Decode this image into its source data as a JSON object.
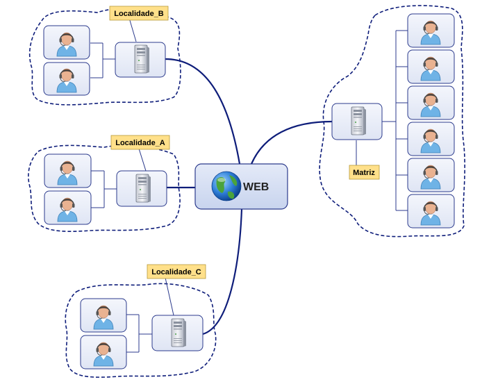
{
  "central": {
    "label": "WEB",
    "icon": "globe-icon"
  },
  "locations": [
    {
      "id": "localidade_b",
      "label": "Localidade_B",
      "server_icon": "server-icon",
      "users": 2,
      "user_icon": "user-headset-icon"
    },
    {
      "id": "localidade_a",
      "label": "Localidade_A",
      "server_icon": "server-icon",
      "users": 2,
      "user_icon": "user-headset-icon"
    },
    {
      "id": "localidade_c",
      "label": "Localidade_C",
      "server_icon": "server-icon",
      "users": 2,
      "user_icon": "user-headset-icon"
    },
    {
      "id": "matriz",
      "label": "Matriz",
      "server_icon": "server-icon",
      "users": 6,
      "user_icon": "user-headset-icon"
    }
  ],
  "colors": {
    "connector": "#0e1d7a",
    "cloud_border": "#0e1d7a",
    "node_border": "#2b3a8c",
    "node_fill": "#e6eaf7",
    "label_fill": "#ffe08a",
    "web_fill": "#d4ddf1"
  }
}
